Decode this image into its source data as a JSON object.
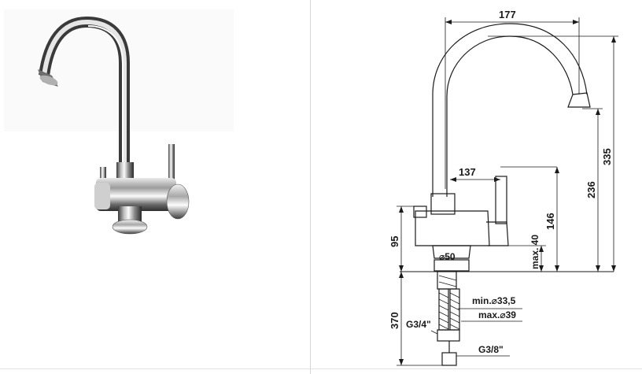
{
  "photo": {
    "alt": "faucet-photo"
  },
  "drawing": {
    "dims": {
      "width_top": "177",
      "height_total": "335",
      "height_spout": "236",
      "reach_lever": "137",
      "height_body": "146",
      "max_40": "max. 40",
      "left_95": "95",
      "dia_50": "⌀50",
      "hose_370": "370",
      "min_335": "min.⌀33,5",
      "max_39": "max.⌀39",
      "g34": "G3/4\"",
      "g38": "G3/8\""
    }
  },
  "colors": {
    "line": "#1a1a1a",
    "chrome_dark": "#2b2b2b",
    "chrome_light": "#f4f4f4"
  }
}
